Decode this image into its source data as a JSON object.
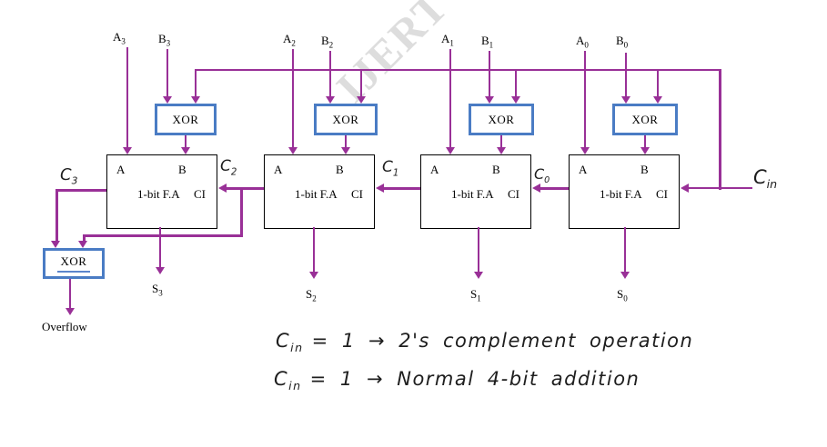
{
  "watermark": {
    "text": "IJERT"
  },
  "colors": {
    "wire": "#993097",
    "xor_border": "#4a7cc4",
    "adder_border": "#000000",
    "handwriting": "#1e1e1e",
    "watermark": "#c3c3c3"
  },
  "bits": [
    {
      "a_base": "A",
      "a_sub": "3",
      "b_base": "B",
      "b_sub": "3",
      "xor_label": "XOR",
      "fa_a": "A",
      "fa_b": "B",
      "fa_name": "1-bit F.A",
      "fa_ci": "CI",
      "sum_base": "S",
      "sum_sub": "3"
    },
    {
      "a_base": "A",
      "a_sub": "2",
      "b_base": "B",
      "b_sub": "2",
      "xor_label": "XOR",
      "fa_a": "A",
      "fa_b": "B",
      "fa_name": "1-bit F.A",
      "fa_ci": "CI",
      "sum_base": "S",
      "sum_sub": "2"
    },
    {
      "a_base": "A",
      "a_sub": "1",
      "b_base": "B",
      "b_sub": "1",
      "xor_label": "XOR",
      "fa_a": "A",
      "fa_b": "B",
      "fa_name": "1-bit F.A",
      "fa_ci": "CI",
      "sum_base": "S",
      "sum_sub": "1"
    },
    {
      "a_base": "A",
      "a_sub": "0",
      "b_base": "B",
      "b_sub": "0",
      "xor_label": "XOR",
      "fa_a": "A",
      "fa_b": "B",
      "fa_name": "1-bit F.A",
      "fa_ci": "CI",
      "sum_base": "S",
      "sum_sub": "0"
    }
  ],
  "carries": [
    {
      "base": "C",
      "sub": "3"
    },
    {
      "base": "C",
      "sub": "2"
    },
    {
      "base": "C",
      "sub": "1"
    },
    {
      "base": "C",
      "sub": "0"
    },
    {
      "base": "C",
      "sub": "in"
    }
  ],
  "overflow": {
    "gate": "XOR",
    "label": "Overflow"
  },
  "notes": [
    {
      "base": "C",
      "sub": "in",
      "text": "= 1 → 2's complement operation"
    },
    {
      "base": "C",
      "sub": "in",
      "text": "= 1 → Normal 4-bit addition"
    }
  ]
}
